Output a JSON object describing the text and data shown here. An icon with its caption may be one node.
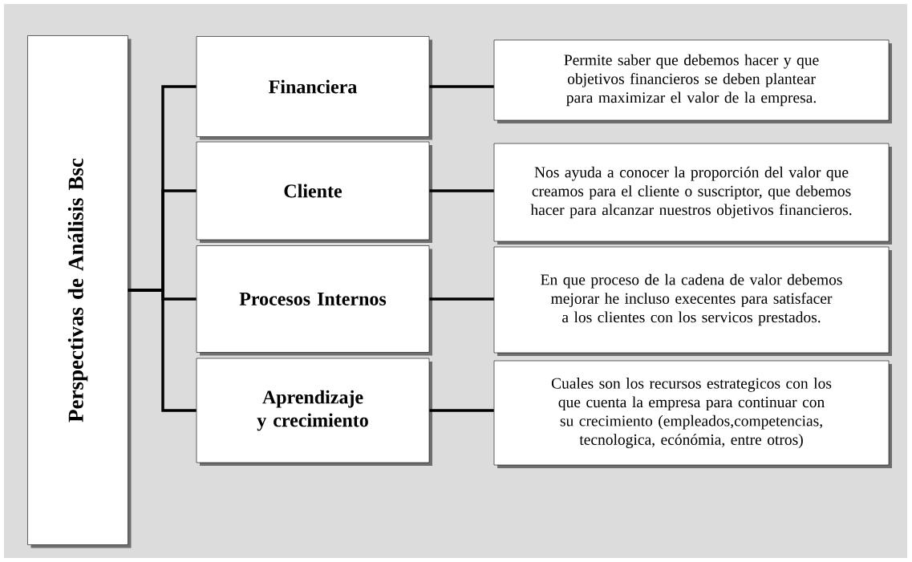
{
  "diagram": {
    "nodes": [
      {
        "text": [
          "Perspectivas de Análisis Bsc"
        ]
      },
      {
        "text": [
          "Financiera"
        ]
      },
      {
        "text": [
          "Cliente"
        ]
      },
      {
        "text": [
          "Procesos Internos"
        ]
      },
      {
        "text": [
          "Aprendizaje y crecimiento"
        ]
      },
      {
        "text": [
          "Permite saber que debemos hacer y que objetivos financieros se deben plantear para maximizar el valor de la empresa."
        ]
      },
      {
        "text": [
          "Nos ayuda a conocer la proporción del valor que creamos para el cliente o suscriptor, que debemos hacer para alcanzar nuestros objetivos financieros."
        ]
      },
      {
        "text": [
          "En que proceso de la cadena de valor debemos mejorar he incluso execentes para satisfacer a los clientes con los servicos prestados."
        ]
      },
      {
        "text": [
          "Cuales son los recursos estrategicos con los que cuenta la empresa para continuar con su crecimiento (empleados,competencias, tecnologica, ecónómia, entre otros)"
        ]
      }
    ],
    "edges": [
      {
        "from": 0,
        "to": 1,
        "arrow": "none"
      },
      {
        "from": 0,
        "to": 2,
        "arrow": "none"
      },
      {
        "from": 0,
        "to": 3,
        "arrow": "none"
      },
      {
        "from": 0,
        "to": 4,
        "arrow": "none"
      },
      {
        "from": 1,
        "to": 5,
        "arrow": "none"
      },
      {
        "from": 2,
        "to": 6,
        "arrow": "none"
      },
      {
        "from": 3,
        "to": 7,
        "arrow": "none"
      },
      {
        "from": 4,
        "to": 8,
        "arrow": "none"
      }
    ]
  }
}
